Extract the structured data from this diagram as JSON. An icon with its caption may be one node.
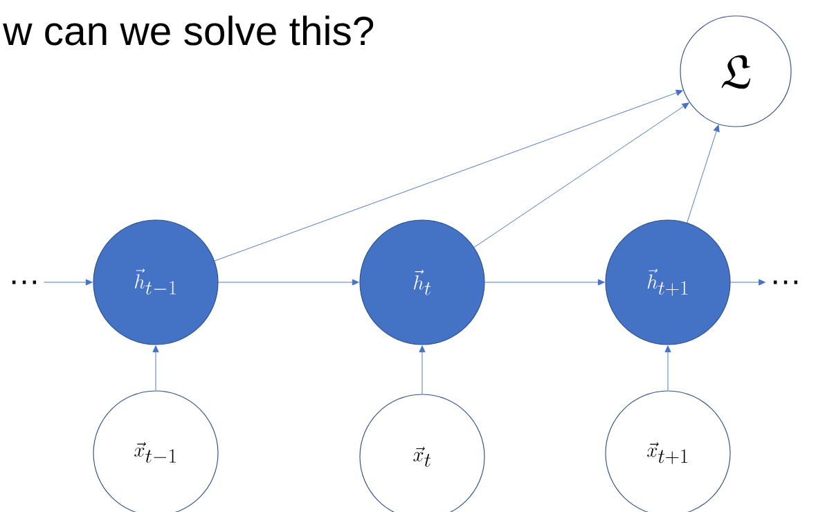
{
  "diagram": {
    "title": "w can we solve this?",
    "nodes": [
      {
        "text": [
          "\\mathfrak{L}"
        ]
      },
      {
        "text": [
          "…"
        ]
      },
      {
        "text": [
          "\\vec{h}_{t-1}"
        ]
      },
      {
        "text": [
          "\\vec{h}_{t}"
        ]
      },
      {
        "text": [
          "\\vec{h}_{t+1}"
        ]
      },
      {
        "text": [
          "…"
        ]
      },
      {
        "text": [
          "\\vec{x}_{t-1}"
        ]
      },
      {
        "text": [
          "\\vec{x}_{t}"
        ]
      },
      {
        "text": [
          "\\vec{x}_{t+1}"
        ]
      }
    ],
    "edges": [
      {
        "from": 1,
        "to": 2,
        "arrow": "to"
      },
      {
        "from": 2,
        "to": 3,
        "arrow": "to"
      },
      {
        "from": 3,
        "to": 4,
        "arrow": "to"
      },
      {
        "from": 4,
        "to": 5,
        "arrow": "to"
      },
      {
        "from": 6,
        "to": 2,
        "arrow": "to"
      },
      {
        "from": 7,
        "to": 3,
        "arrow": "to"
      },
      {
        "from": 8,
        "to": 4,
        "arrow": "to"
      },
      {
        "from": 2,
        "to": 0,
        "arrow": "to"
      },
      {
        "from": 3,
        "to": 0,
        "arrow": "to"
      },
      {
        "from": 4,
        "to": 0,
        "arrow": "to"
      }
    ]
  }
}
